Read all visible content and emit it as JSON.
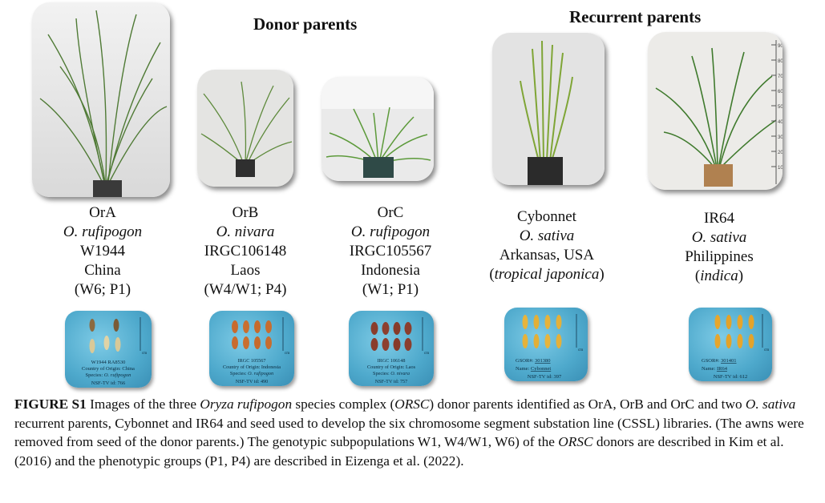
{
  "headings": {
    "donor": "Donor parents",
    "recurrent": "Recurrent parents"
  },
  "parents": [
    {
      "code": "OrA",
      "species": "O. rufipogon",
      "accession": "W1944",
      "origin": "China",
      "group": "(W6; P1)"
    },
    {
      "code": "OrB",
      "species": "O. nivara",
      "accession": "IRGC106148",
      "origin": "Laos",
      "group": "(W4/W1; P4)"
    },
    {
      "code": "OrC",
      "species": "O. rufipogon",
      "accession": "IRGC105567",
      "origin": "Indonesia",
      "group": "(W1; P1)"
    },
    {
      "code": "Cybonnet",
      "species": "O. sativa",
      "origin": "Arkansas, USA",
      "subpop": "tropical japonica"
    },
    {
      "code": "IR64",
      "species": "O. sativa",
      "origin": "Philippines",
      "subpop": "indica"
    }
  ],
  "seed_cards": [
    {
      "line1": "W1944   RA8530",
      "line2": "Country of Origin:  China",
      "line3a": "Species: ",
      "line3b": "O. rufipogon",
      "line4": "NSF-TV id: 766"
    },
    {
      "line1": "IRGC 105567",
      "line2": "Country of Origin: Indonesia",
      "line3a": "Species: ",
      "line3b": "O. rufipogon",
      "line4": "NSF-TV id: 490"
    },
    {
      "line1": "IRGC 106148",
      "line2": "Country of Origin: Laos",
      "line3a": "Species: ",
      "line3b": "O. nivara",
      "line4": "NSF-TV id: 757"
    },
    {
      "line1a": "GSOR#: ",
      "line1b": "301380",
      "line2a": "Name: ",
      "line2b": "Cybonnet",
      "line4": "NSF-TV id: 397"
    },
    {
      "line1a": "GSOR#: ",
      "line1b": "301401",
      "line2a": "Name: ",
      "line2b": "IR64",
      "line4": "NSF-TV id: 612"
    }
  ],
  "ruler_marks": [
    "90",
    "80",
    "70",
    "60",
    "50",
    "40",
    "30",
    "20",
    "10"
  ],
  "card_unit": "cm",
  "caption": {
    "label": "FIGURE S1",
    "t1": " Images of the three ",
    "i1": "Oryza rufipogon",
    "t2": " species complex (",
    "i2": "ORSC",
    "t3": ") donor parents identified as OrA, OrB and OrC and two ",
    "i3": "O. sativa",
    "t4": " recurrent parents, Cybonnet and IR64 and seed used to develop the six chromosome segment substation line (CSSL) libraries.  (The awns were removed from seed of the donor parents.)  The genotypic subpopulations W1, W4/W1, W6) of the ",
    "i4": "ORSC",
    "t5": " donors are described in Kim et al. (2016) and the phenotypic groups (P1, P4) are described in Eizenga et al. (2022)."
  }
}
